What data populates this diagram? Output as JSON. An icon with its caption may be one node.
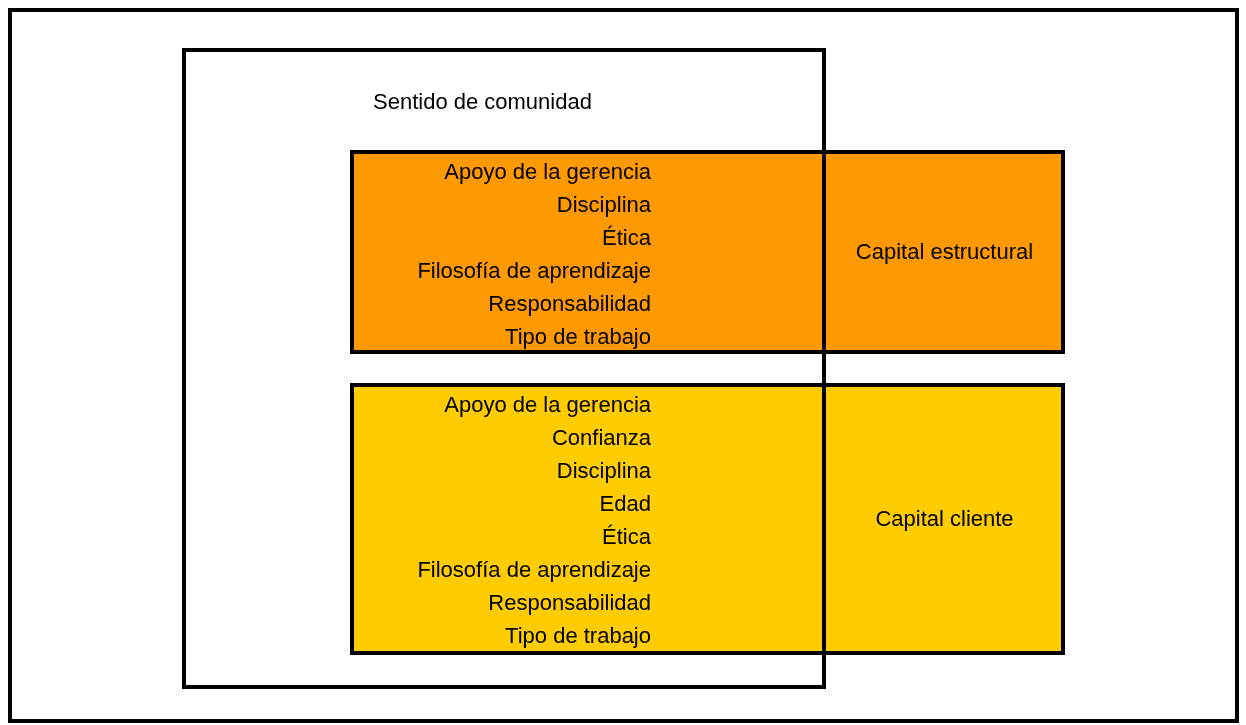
{
  "diagram": {
    "nodes": [
      {
        "text": [
          "Sentido de comunidad"
        ]
      },
      {
        "text": [
          "Apoyo de la gerencia",
          "Disciplina",
          "Ética",
          "Filosofía de aprendizaje",
          "Responsabilidad",
          "Tipo de trabajo",
          "Capital estructural"
        ]
      },
      {
        "text": [
          "Apoyo de la gerencia",
          "Confianza",
          "Disciplina",
          "Edad",
          "Ética",
          "Filosofía de aprendizaje",
          "Responsabilidad",
          "Tipo de trabajo",
          "Capital cliente"
        ]
      }
    ]
  }
}
